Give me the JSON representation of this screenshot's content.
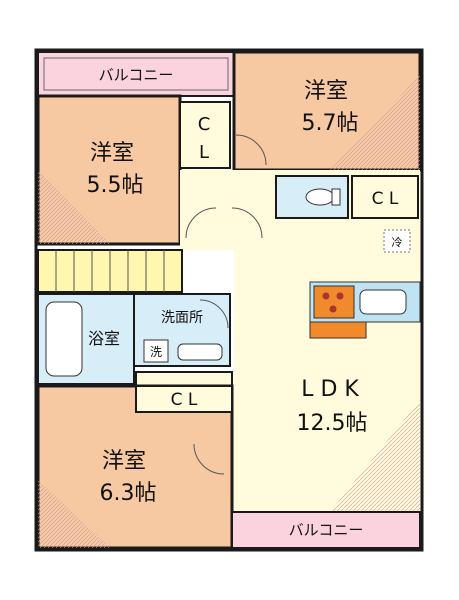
{
  "floorplan": {
    "balcony_top": "バルコニー",
    "balcony_bottom": "バルコニー",
    "room_nw": {
      "name": "洋室",
      "size": "5.5帖"
    },
    "room_ne": {
      "name": "洋室",
      "size": "5.7帖"
    },
    "room_sw": {
      "name": "洋室",
      "size": "6.3帖"
    },
    "closet_top": "C\nL",
    "closet_right": "C L",
    "closet_mid": "C L",
    "bath": "浴室",
    "washroom": "洗面所",
    "washer": "洗",
    "fridge": "冷",
    "ldk": {
      "name": "L D K",
      "size": "12.5帖"
    }
  },
  "colors": {
    "room": "#f7c9a3",
    "balcony": "#fbd3de",
    "wet": "#d7eef8",
    "ldk": "#fffbdc",
    "hall": "#fffbdc",
    "wall": "#1a1a1a",
    "kitchen_counter": "#f08a2c"
  }
}
